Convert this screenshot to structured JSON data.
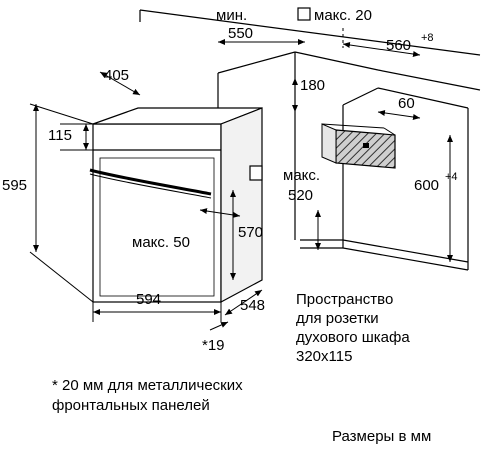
{
  "dims": {
    "min_label": "мин.",
    "min_value": "550",
    "max20": "макс. 20",
    "cabinet_depth": "560",
    "cabinet_depth_tol": "+8",
    "opening_405": "405",
    "gap_180": "180",
    "d_60": "60",
    "h_115": "115",
    "h_595": "595",
    "h_600": "600",
    "h_600_tol": "+4",
    "max_label": "макс.",
    "d_520": "520",
    "max50": "макс. 50",
    "h_570": "570",
    "w_594": "594",
    "d_548": "548",
    "star19": "*19"
  },
  "socket_text": [
    "Пространство",
    "для розетки",
    "духового шкафа",
    "320x115"
  ],
  "footnote": [
    "* 20 мм для металлических",
    "фронтальных панелей"
  ],
  "units_note": "Размеры в мм",
  "colors": {
    "line": "#000000",
    "hatch": "#444444",
    "fill_dark": "#d8d8d8"
  }
}
